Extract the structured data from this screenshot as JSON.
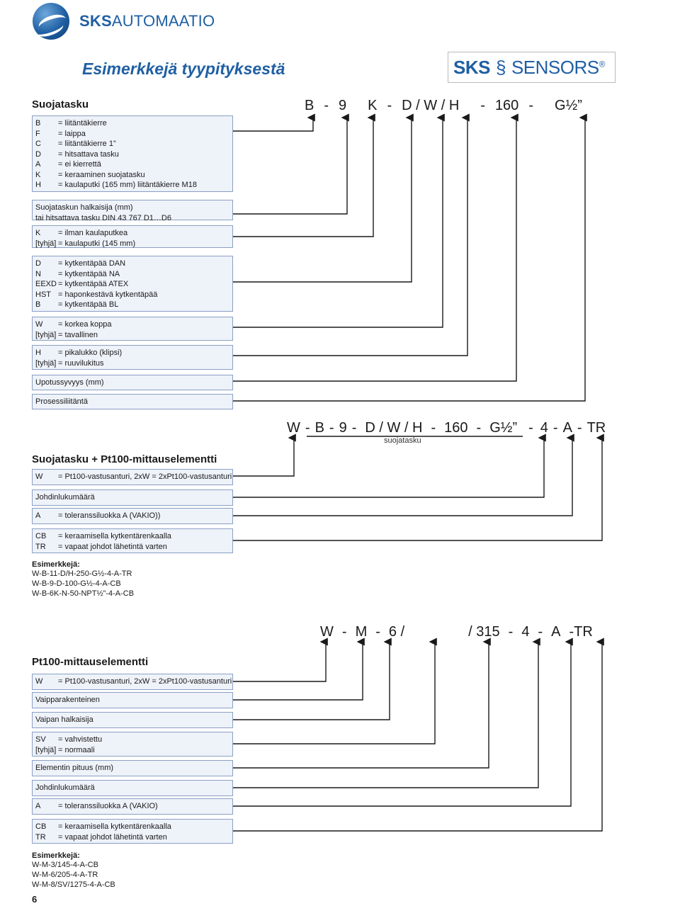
{
  "header": {
    "brand_bold": "SKS",
    "brand_rest": "AUTOMAATIO",
    "title": "Esimerkkejä tyypityksestä",
    "sensors_bold": "SKS",
    "sensors_rest": "SENSORS",
    "sensors_mark": "®"
  },
  "section1": {
    "title": "Suojatasku",
    "code": [
      "B",
      "-",
      "9",
      "K",
      "-",
      "D / W / H",
      "-",
      "160",
      "-",
      "G½”"
    ],
    "boxes": [
      {
        "rows": [
          [
            "B",
            "= liitäntäkierre"
          ],
          [
            "F",
            "= laippa"
          ],
          [
            "C",
            "= liitäntäkierre 1”"
          ],
          [
            "D",
            "= hitsattava tasku"
          ],
          [
            "A",
            "= ei kierrettä"
          ],
          [
            "K",
            "= keraaminen suojatasku"
          ],
          [
            "H",
            "= kaulaputki (165 mm) liitäntäkierre M18"
          ]
        ]
      },
      {
        "rows": [
          [
            "",
            "Suojataskun halkaisija (mm)"
          ],
          [
            "",
            "tai hitsattava tasku DIN 43 767 D1…D6"
          ]
        ]
      },
      {
        "rows": [
          [
            "K",
            "= ilman kaulaputkea"
          ],
          [
            "[tyhjä]",
            "= kaulaputki (145 mm)"
          ]
        ]
      },
      {
        "rows": [
          [
            "D",
            "= kytkentäpää DAN"
          ],
          [
            "N",
            "= kytkentäpää NA"
          ],
          [
            "EEXD",
            "= kytkentäpää ATEX"
          ],
          [
            "HST",
            "= haponkestävä kytkentäpää"
          ],
          [
            "B",
            "= kytkentäpää BL"
          ]
        ]
      },
      {
        "rows": [
          [
            "W",
            "= korkea koppa"
          ],
          [
            "[tyhjä]",
            "= tavallinen"
          ]
        ]
      },
      {
        "rows": [
          [
            "H",
            "= pikalukko (klipsi)"
          ],
          [
            "[tyhjä]",
            "= ruuvilukitus"
          ]
        ]
      },
      {
        "rows": [
          [
            "",
            "Upotussyvyys (mm)"
          ]
        ]
      },
      {
        "rows": [
          [
            "",
            "Prosessiliitäntä"
          ]
        ]
      }
    ]
  },
  "section2": {
    "title": "Suojatasku + Pt100-mittauselementti",
    "code": [
      "W",
      "-",
      "B",
      "-",
      "9",
      "-",
      "D / W / H",
      "-",
      "160",
      "-",
      "G½”",
      "-",
      "4",
      "-",
      "A",
      "-",
      "TR"
    ],
    "sub_label": "suojatasku",
    "boxes": [
      {
        "rows": [
          [
            "W",
            "= Pt100-vastusanturi, 2xW = 2xPt100-vastusanturi"
          ]
        ]
      },
      {
        "rows": [
          [
            "",
            "Johdinlukumäärä"
          ]
        ]
      },
      {
        "rows": [
          [
            "A",
            "= toleranssiluokka A (VAKIO))"
          ]
        ]
      },
      {
        "rows": [
          [
            "CB",
            "= keraamisella kytkentärenkaalla"
          ],
          [
            "TR",
            "= vapaat johdot lähetintä varten"
          ]
        ]
      }
    ],
    "examples_title": "Esimerkkejä:",
    "examples": [
      "W-B-11-D/H-250-G½-4-A-TR",
      "W-B-9-D-100-G½-4-A-CB",
      "W-B-6K-N-50-NPT½”-4-A-CB"
    ]
  },
  "section3": {
    "title": "Pt100-mittauselementti",
    "code": [
      "W",
      "-",
      "M",
      "-",
      "6 /",
      "/ 315",
      "-",
      "4",
      "-",
      "A",
      "-",
      "TR"
    ],
    "boxes": [
      {
        "rows": [
          [
            "W",
            "= Pt100-vastusanturi, 2xW = 2xPt100-vastusanturi"
          ]
        ]
      },
      {
        "rows": [
          [
            "",
            "Vaipparakenteinen"
          ]
        ]
      },
      {
        "rows": [
          [
            "",
            "Vaipan halkaisija"
          ]
        ]
      },
      {
        "rows": [
          [
            "SV",
            "= vahvistettu"
          ],
          [
            "[tyhjä]",
            "= normaali"
          ]
        ]
      },
      {
        "rows": [
          [
            "",
            "Elementin pituus (mm)"
          ]
        ]
      },
      {
        "rows": [
          [
            "",
            "Johdinlukumäärä"
          ]
        ]
      },
      {
        "rows": [
          [
            "A",
            "= toleranssiluokka A (VAKIO)"
          ]
        ]
      },
      {
        "rows": [
          [
            "CB",
            "= keraamisella kytkentärenkaalla"
          ],
          [
            "TR",
            "= vapaat johdot lähetintä varten"
          ]
        ]
      }
    ],
    "examples_title": "Esimerkkejä:",
    "examples": [
      "W-M-3/145-4-A-CB",
      "W-M-6/205-4-A-TR",
      "W-M-8/SV/1275-4-A-CB"
    ]
  },
  "footer": {
    "page_number": "6"
  }
}
